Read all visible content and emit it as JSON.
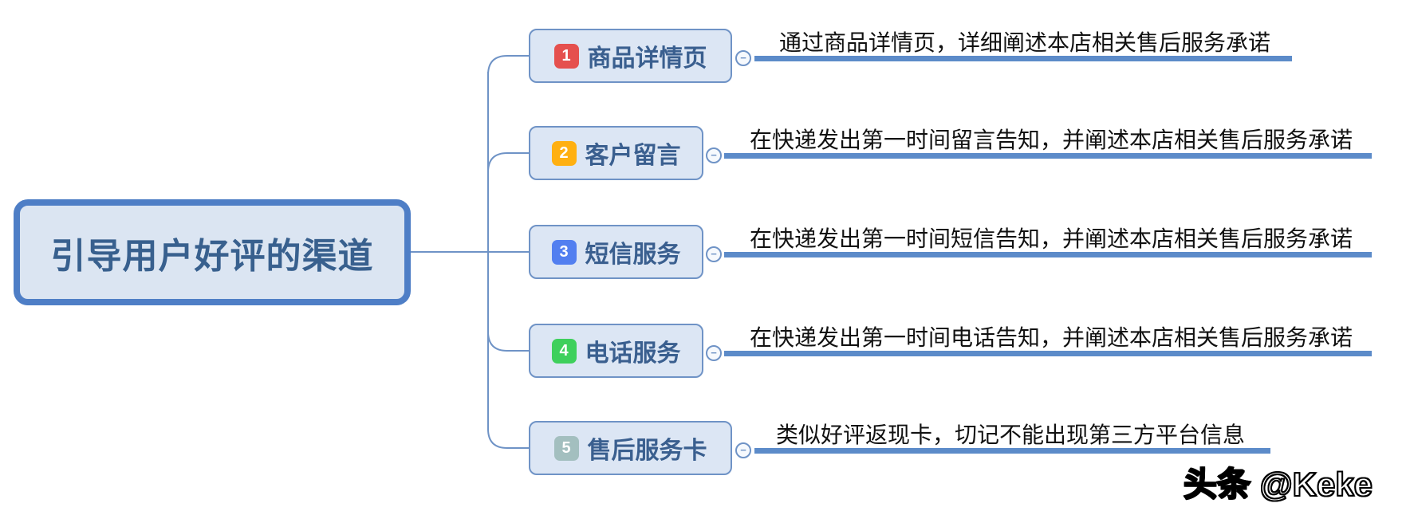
{
  "root": {
    "label": "引导用户好评的渠道"
  },
  "branches": [
    {
      "num": "1",
      "label": "商品详情页",
      "badge_color": "#e5504e",
      "note": "通过商品详情页，详细阐述本店相关售后服务承诺"
    },
    {
      "num": "2",
      "label": "客户留言",
      "badge_color": "#ffb011",
      "note": "在快递发出第一时间留言告知，并阐述本店相关售后服务承诺"
    },
    {
      "num": "3",
      "label": "短信服务",
      "badge_color": "#527ff0",
      "note": "在快递发出第一时间短信告知，并阐述本店相关售后服务承诺"
    },
    {
      "num": "4",
      "label": "电话服务",
      "badge_color": "#3ed05c",
      "note": "在快递发出第一时间电话告知，并阐述本店相关售后服务承诺"
    },
    {
      "num": "5",
      "label": "售后服务卡",
      "badge_color": "#a3bfbf",
      "note": "类似好评返现卡，切记不能出现第三方平台信息"
    }
  ],
  "collapse_glyph": "−",
  "watermark": "头条 @Keke",
  "colors": {
    "root_border": "#4e7ec6",
    "root_bg": "#dbe5f2",
    "node_border": "#6f93c6",
    "node_bg": "#dce6f4",
    "node_text": "#3a5f8f",
    "leaf_line": "#5c8bc9",
    "connector": "#6f93c6"
  }
}
